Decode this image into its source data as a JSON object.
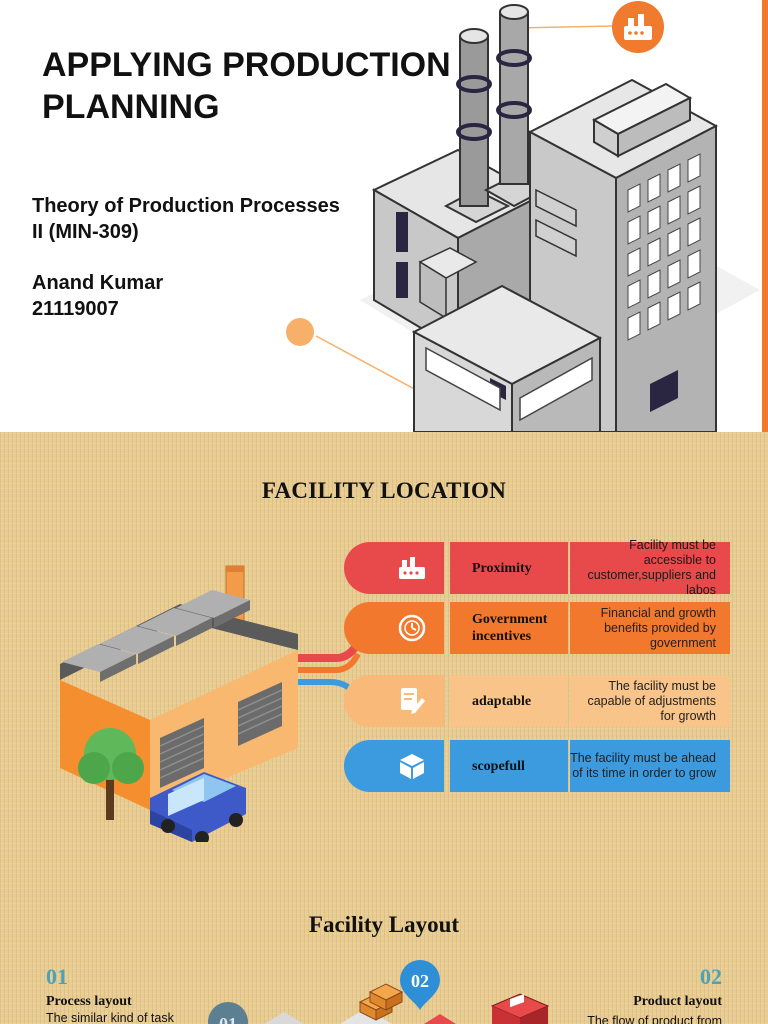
{
  "slide1": {
    "title_line1": "APPLYING PRODUCTION",
    "title_line2": "PLANNING",
    "subtitle_line1": "Theory of Production Processes",
    "subtitle_line2": "II (MIN-309)",
    "author_name": "Anand Kumar",
    "author_id": "21119007",
    "accent_color": "#f07a2e"
  },
  "slide2": {
    "title": "FACILITY LOCATION",
    "rows": [
      {
        "label": "Proximity",
        "description": "Facility must be accessible to customer,suppliers and labos",
        "color": "#e84a4c",
        "icon": "factory-icon"
      },
      {
        "label": "Government incentives",
        "description": "Financial and growth benefits provided by government",
        "color": "#f2782d",
        "icon": "clock-icon"
      },
      {
        "label": "adaptable",
        "description": "The facility must be capable of adjustments for growth",
        "color": "#f9c48a",
        "icon": "document-edit-icon"
      },
      {
        "label": "scopefull",
        "description": "The facility must be ahead of its time in order to grow",
        "color": "#3c9bde",
        "icon": "box-icon"
      }
    ]
  },
  "slide3": {
    "title": "Facility Layout",
    "left_number": "01",
    "left_heading": "Process layout",
    "left_text": "The similar kind of task",
    "pin_left": "01",
    "pin_center": "02",
    "right_number": "02",
    "right_heading": "Product layout",
    "right_text": "The flow of product from",
    "number_color": "#4aa3b8"
  }
}
